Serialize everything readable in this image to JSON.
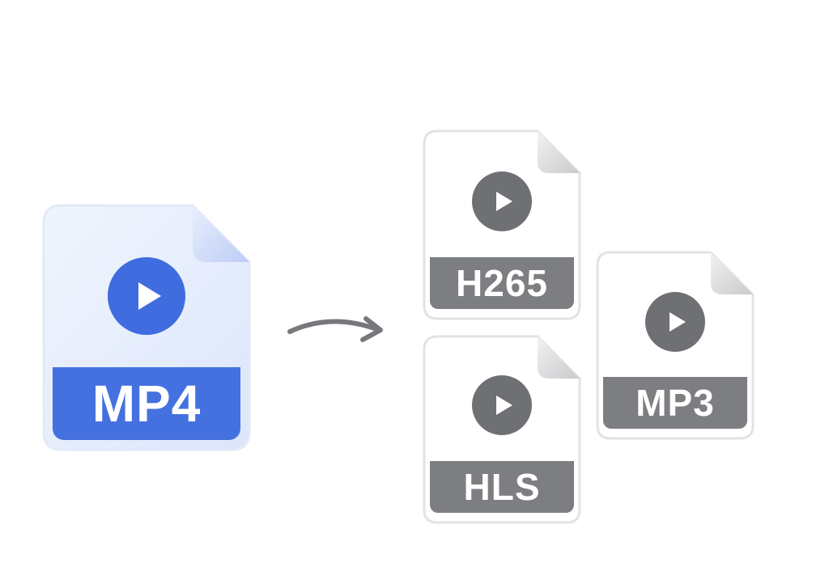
{
  "source_file": {
    "label": "MP4",
    "icon": "play-icon",
    "color": "#4470e0"
  },
  "arrow": {
    "icon": "curved-arrow-right-icon",
    "color": "#76787b"
  },
  "output_files": [
    {
      "label": "H265",
      "icon": "play-icon",
      "color": "#7c7e81"
    },
    {
      "label": "HLS",
      "icon": "play-icon",
      "color": "#7c7e81"
    },
    {
      "label": "MP3",
      "icon": "play-icon",
      "color": "#7c7e81"
    }
  ]
}
